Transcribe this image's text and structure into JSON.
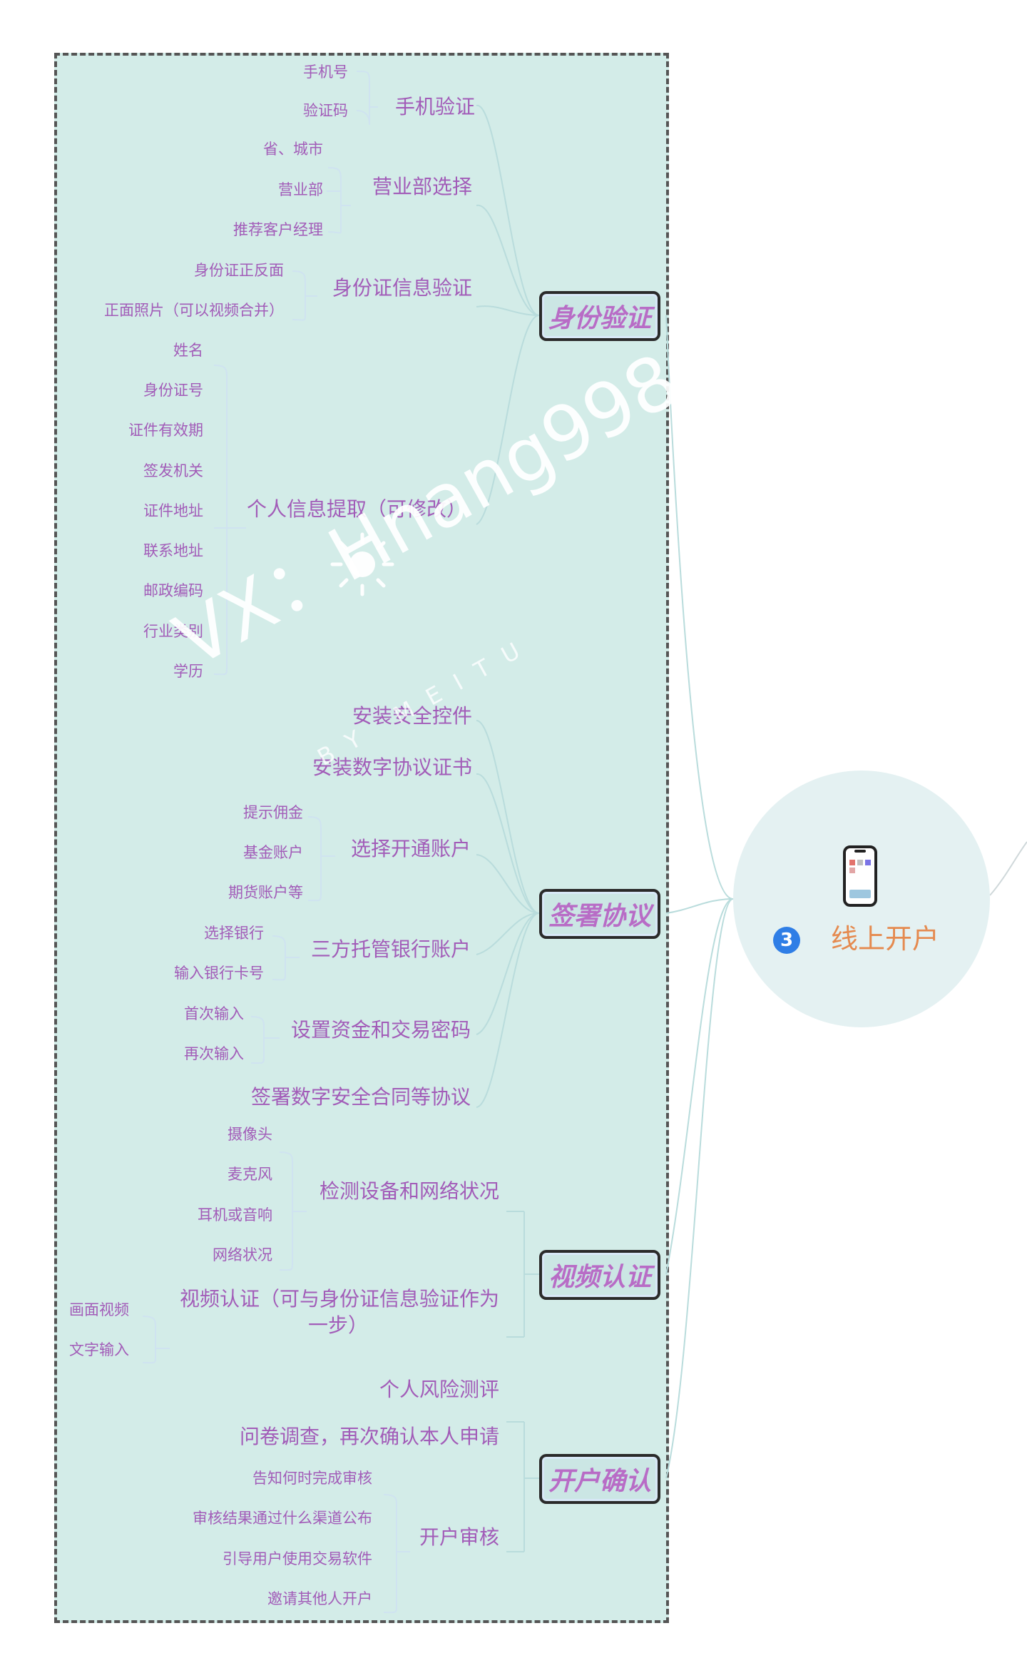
{
  "colors": {
    "panel_bg": "#d3ece8",
    "node_text": "#a25cb8",
    "category_text": "#b86cc6",
    "root_text": "#e58a4f",
    "badge": "#2f7ee6",
    "branch_line": "#b9dcdc"
  },
  "root": {
    "title": "线上开户",
    "badge": "3",
    "icon": "phone-icon"
  },
  "identity": {
    "label": "身份验证",
    "phone": {
      "label": "手机验证",
      "items": [
        "手机号",
        "验证码"
      ]
    },
    "branch": {
      "label": "营业部选择",
      "items": [
        "省、城市",
        "营业部",
        "推荐客户经理"
      ]
    },
    "idcard": {
      "label": "身份证信息验证",
      "items": [
        "身份证正反面",
        "正面照片（可以视频合并）"
      ]
    },
    "personal": {
      "label": "个人信息提取（可修改）",
      "items": [
        "姓名",
        "身份证号",
        "证件有效期",
        "签发机关",
        "证件地址",
        "联系地址",
        "邮政编码",
        "行业类别",
        "学历"
      ]
    }
  },
  "agreement": {
    "label": "签署协议",
    "control": {
      "label": "安装安全控件"
    },
    "cert": {
      "label": "安装数字协议证书"
    },
    "account": {
      "label": "选择开通账户",
      "items": [
        "提示佣金",
        "基金账户",
        "期货账户等"
      ]
    },
    "bank": {
      "label": "三方托管银行账户",
      "items": [
        "选择银行",
        "输入银行卡号"
      ]
    },
    "password": {
      "label": "设置资金和交易密码",
      "items": [
        "首次输入",
        "再次输入"
      ]
    },
    "sign": {
      "label": "签署数字安全合同等协议"
    }
  },
  "video": {
    "label": "视频认证",
    "device": {
      "label": "检测设备和网络状况",
      "items": [
        "摄像头",
        "麦克风",
        "耳机或音响",
        "网络状况"
      ]
    },
    "auth": {
      "line1": "视频认证（可与身份证信息验证作为",
      "line2": "一步）",
      "items": [
        "画面视频",
        "文字输入"
      ]
    }
  },
  "confirm": {
    "label": "开户确认",
    "risk": {
      "label": "个人风险测评"
    },
    "survey": {
      "label": "问卷调查，再次确认本人申请"
    },
    "review": {
      "label": "开户审核",
      "items": [
        "告知何时完成审核",
        "审核结果通过什么渠道公布",
        "引导用户使用交易软件",
        "邀请其他人开户"
      ]
    }
  },
  "watermark": {
    "text": "VX：Hnang998",
    "sub": "BY MEITU"
  }
}
